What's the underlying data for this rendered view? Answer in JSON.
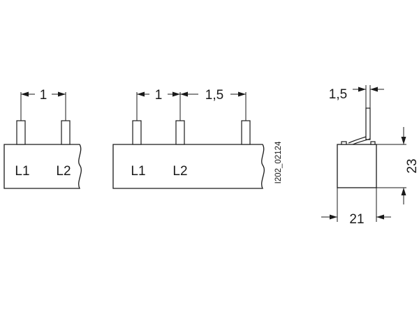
{
  "drawing": {
    "two_phase": {
      "pin_spacing": "1",
      "labels": [
        "L1",
        "L2"
      ]
    },
    "three_pin": {
      "pin_spacing_1": "1",
      "pin_spacing_2": "1,5",
      "labels": [
        "L1",
        "L2"
      ]
    },
    "drawing_code": "I202_02124",
    "side_view": {
      "top_dimension": "1,5",
      "height": "23",
      "width": "21"
    }
  }
}
